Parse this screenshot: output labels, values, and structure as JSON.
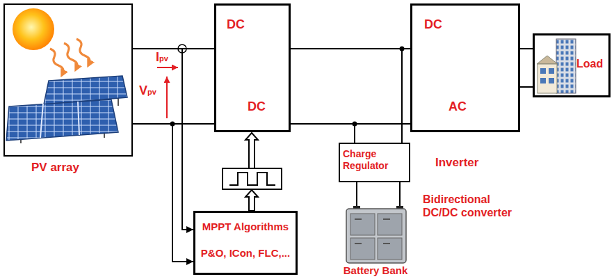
{
  "diagram": {
    "nodes": [
      {
        "text": [
          "PV array"
        ]
      },
      {
        "text": [
          "DC",
          "DC"
        ]
      },
      {
        "text": [
          "MPPT Algorithms",
          "P&O, ICon, FLC,..."
        ]
      },
      {
        "text": [
          "Charge Regulator"
        ]
      },
      {
        "text": [
          "Battery Bank"
        ]
      },
      {
        "text": [
          "DC",
          "AC",
          "Inverter"
        ]
      },
      {
        "text": [
          "Load"
        ]
      }
    ],
    "edges": [
      {
        "from": 0,
        "to": 1,
        "arrow": "none"
      },
      {
        "from": 0,
        "to": 1,
        "arrow": "none"
      },
      {
        "from": 0,
        "to": 2,
        "arrow": "to"
      },
      {
        "from": 0,
        "to": 2,
        "arrow": "to"
      },
      {
        "from": 1,
        "to": 5,
        "arrow": "none"
      },
      {
        "from": 1,
        "to": 5,
        "arrow": "none"
      },
      {
        "from": 1,
        "to": 3,
        "arrow": "none"
      },
      {
        "from": 1,
        "to": 3,
        "arrow": "none"
      },
      {
        "from": 3,
        "to": 4,
        "arrow": "none"
      },
      {
        "from": 3,
        "to": 4,
        "arrow": "none"
      },
      {
        "from": 5,
        "to": 6,
        "arrow": "none"
      },
      {
        "from": 5,
        "to": 6,
        "arrow": "none"
      }
    ],
    "labels": [
      "Ipv",
      "Vpv",
      "Bidirectional DC/DC converter"
    ]
  }
}
